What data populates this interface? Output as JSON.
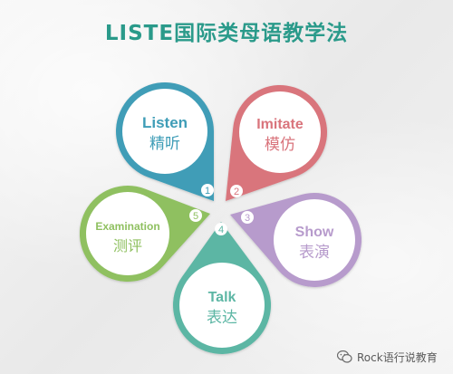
{
  "title": "LISTE国际类母语教学法",
  "colors": {
    "title": "#2a9a8a",
    "listen": "#3f9db7",
    "imitate": "#d9747c",
    "show": "#b79bcc",
    "talk": "#5cb6a4",
    "examination": "#8fc060"
  },
  "petals": [
    {
      "id": "listen",
      "number": "1",
      "en": "Listen",
      "cn": "精听"
    },
    {
      "id": "imitate",
      "number": "2",
      "en": "Imitate",
      "cn": "模仿"
    },
    {
      "id": "show",
      "number": "3",
      "en": "Show",
      "cn": "表演"
    },
    {
      "id": "talk",
      "number": "4",
      "en": "Talk",
      "cn": "表达"
    },
    {
      "id": "examination",
      "number": "5",
      "en": "Examination",
      "cn": "测评"
    }
  ],
  "watermark": {
    "text": "Rock语行说教育",
    "icon": "wechat-icon"
  }
}
